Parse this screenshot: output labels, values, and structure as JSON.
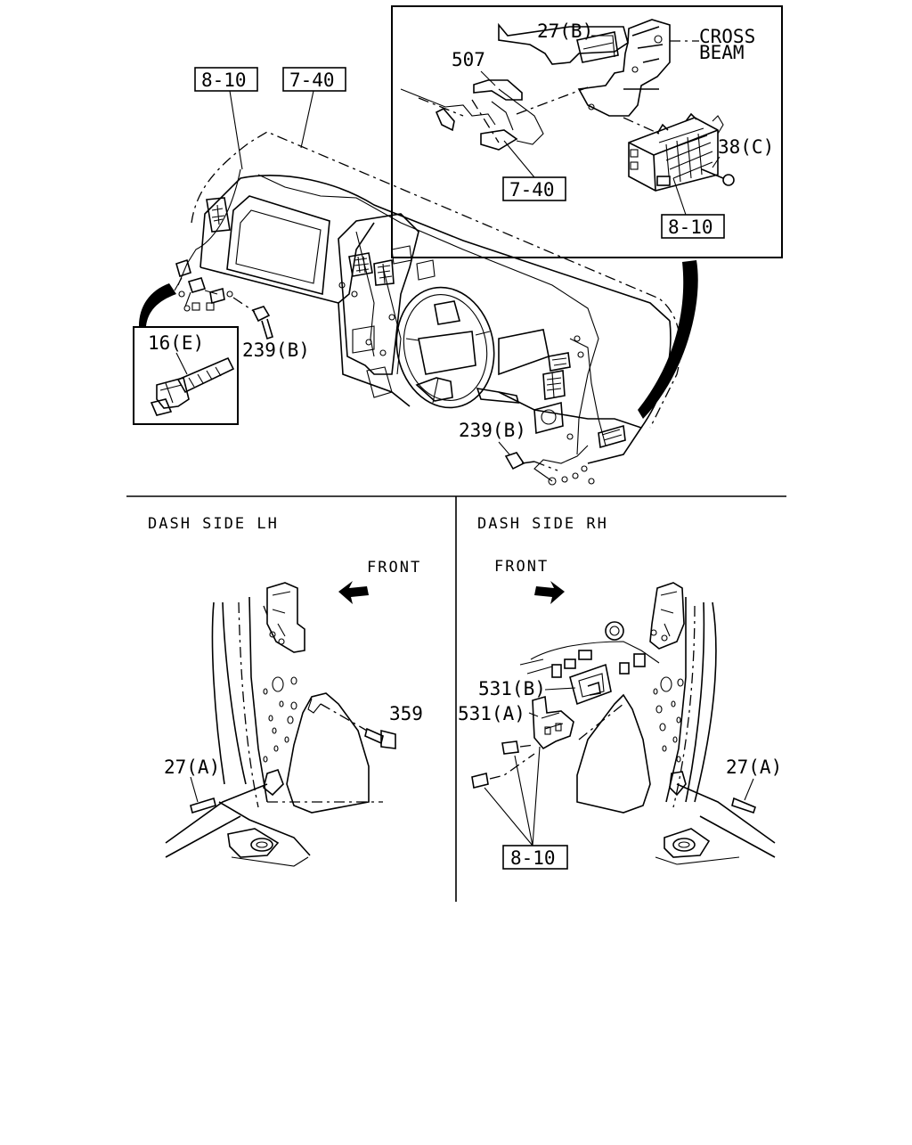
{
  "inset_top": {
    "labels": {
      "part_27b": "27(B)",
      "cross_beam_line1": "CROSS",
      "cross_beam_line2": "BEAM",
      "part_507": "507",
      "part_38c": "38(C)",
      "ref_7_40": "7-40",
      "ref_8_10": "8-10"
    }
  },
  "dashboard": {
    "labels": {
      "ref_8_10": "8-10",
      "ref_7_40": "7-40",
      "part_239b_left": "239(B)",
      "part_239b_right": "239(B)"
    }
  },
  "inset_clip": {
    "labels": {
      "part_16e": "16(E)"
    }
  },
  "dash_side_lh": {
    "title": "DASH SIDE LH",
    "front": "FRONT",
    "labels": {
      "part_359": "359",
      "part_27a": "27(A)"
    }
  },
  "dash_side_rh": {
    "title": "DASH SIDE RH",
    "front": "FRONT",
    "labels": {
      "part_531b": "531(B)",
      "part_531a": "531(A)",
      "part_27a": "27(A)",
      "ref_8_10": "8-10"
    }
  }
}
